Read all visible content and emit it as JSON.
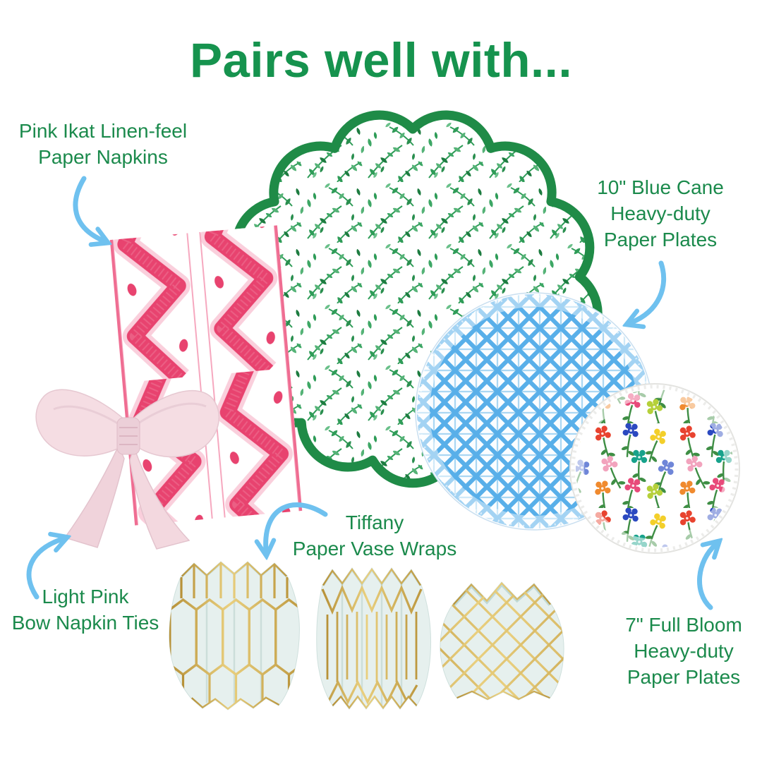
{
  "title": "Pairs well with...",
  "labels": {
    "pink_ikat_napkins": {
      "lines": [
        "Pink Ikat Linen-feel",
        "Paper Napkins"
      ]
    },
    "blue_cane_plates": {
      "lines": [
        "10\" Blue Cane",
        "Heavy-duty",
        "Paper Plates"
      ]
    },
    "tiffany_vase_wraps": {
      "lines": [
        "Tiffany",
        "Paper Vase Wraps"
      ]
    },
    "light_pink_bow_ties": {
      "lines": [
        "Light Pink",
        "Bow Napkin Ties"
      ]
    },
    "full_bloom_plates": {
      "lines": [
        "7\" Full Bloom",
        "Heavy-duty",
        "Paper Plates"
      ]
    }
  },
  "graphics": [
    "scalloped-leaf-placemat",
    "pink-ikat-napkin",
    "light-pink-velvet-bow",
    "blue-cane-paper-plate",
    "full-bloom-floral-paper-plate",
    "tiffany-paper-vase-wrap-1",
    "tiffany-paper-vase-wrap-2",
    "tiffany-paper-vase-wrap-3",
    "curved-callout-arrows"
  ],
  "colors": {
    "title_green": "#16934e",
    "label_green": "#1b8a4c",
    "arrow_blue": "#6fc1ef",
    "placemat_border_green": "#1f8b47",
    "ikat_pink": "#e8436f",
    "cane_blue": "#57aee9",
    "bow_pink": "#f5dde3",
    "vase_mint": "#e6f0ee",
    "vase_gold": "#c9a54a",
    "background": "#ffffff"
  }
}
